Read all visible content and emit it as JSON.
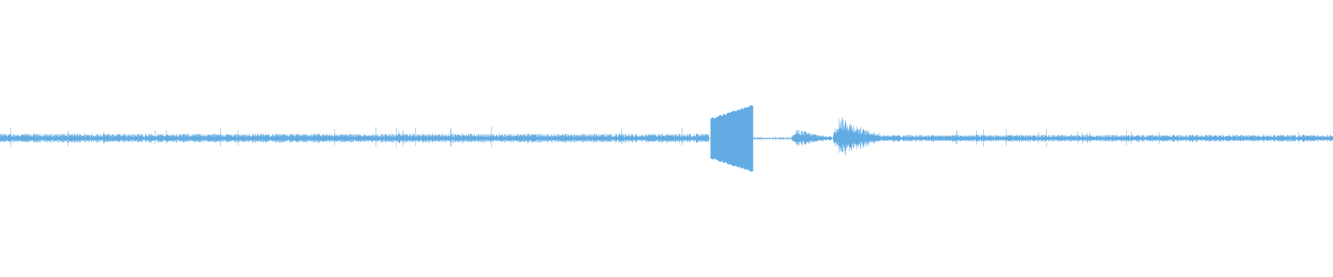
{
  "waveform": {
    "color": "#62ace3",
    "background": "#ffffff",
    "duration_fraction_end": 1.0,
    "baseline_amplitude": 0.035,
    "segments": [
      {
        "name": "noise-floor-start",
        "from": 0.0,
        "to": 0.532,
        "amplitude": 0.035,
        "density": "dense"
      },
      {
        "name": "burst-loud",
        "from": 0.533,
        "to": 0.565,
        "amplitude_start": 0.14,
        "amplitude_end": 0.24,
        "density": "solid"
      },
      {
        "name": "gap-1",
        "from": 0.565,
        "to": 0.594,
        "amplitude": 0.012,
        "density": "sparse"
      },
      {
        "name": "burst-small",
        "from": 0.594,
        "to": 0.624,
        "amplitude": 0.07,
        "density": "dense"
      },
      {
        "name": "burst-medium",
        "from": 0.625,
        "to": 0.66,
        "amplitude": 0.17,
        "density": "dense"
      },
      {
        "name": "noise-floor-end",
        "from": 0.66,
        "to": 1.0,
        "amplitude": 0.028,
        "density": "dense"
      }
    ]
  }
}
